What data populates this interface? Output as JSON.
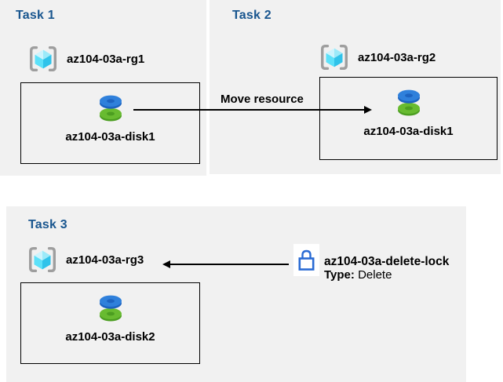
{
  "diagram": {
    "tasks": [
      {
        "title": "Task 1",
        "resource_group": "az104-03a-rg1",
        "resource": "az104-03a-disk1"
      },
      {
        "title": "Task 2",
        "resource_group": "az104-03a-rg2",
        "resource": "az104-03a-disk1"
      },
      {
        "title": "Task 3",
        "resource_group": "az104-03a-rg3",
        "resource": "az104-03a-disk2"
      }
    ],
    "move_arrow_label": "Move resource",
    "lock": {
      "name": "az104-03a-delete-lock",
      "type_label": "Type:",
      "type_value": " Delete"
    },
    "icons": {
      "resource_group": "resource-group-icon",
      "disk": "disk-icon",
      "lock": "lock-icon"
    },
    "colors": {
      "panel_bg": "#f1f1f1",
      "heading_blue": "#19568f",
      "disk_blue": "#2f80db",
      "disk_green": "#68bb30",
      "lock_blue": "#2a6bd4",
      "bracket_gray": "#9e9e9e",
      "arrow_black": "#000000"
    }
  }
}
